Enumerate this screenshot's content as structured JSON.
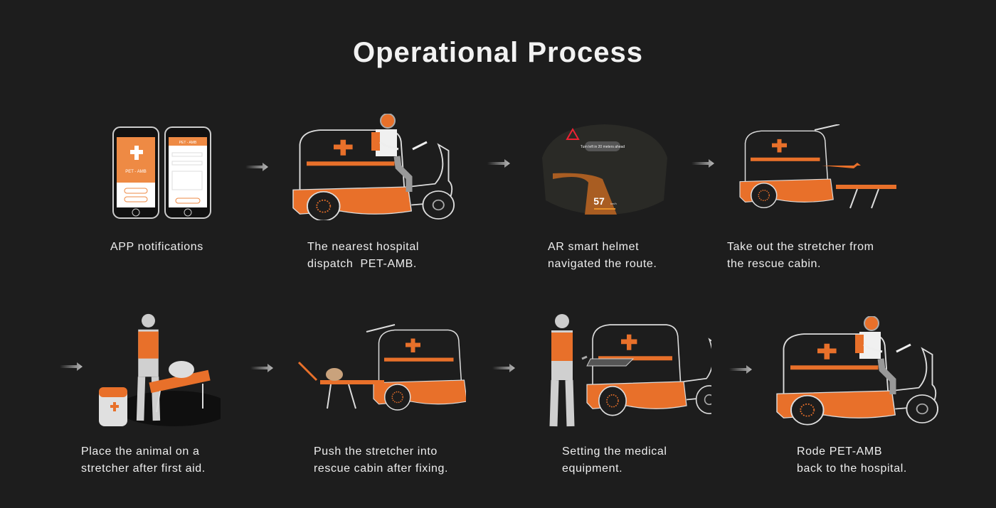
{
  "title": "Operational Process",
  "colors": {
    "background": "#1d1d1d",
    "accent": "#e8702a",
    "text": "#f2f2f2"
  },
  "app": {
    "brand": "PET - AMB",
    "header": "PET - AMB"
  },
  "helmet": {
    "notice": "Turn left in 20 meters ahead",
    "speed": "57",
    "unit": "km/h"
  },
  "vehicle_label": "PET-AMB",
  "steps": [
    {
      "line1": "APP notifications",
      "line2": ""
    },
    {
      "line1": "The nearest hospital",
      "line2": "dispatch  PET-AMB."
    },
    {
      "line1": "AR smart helmet",
      "line2": "navigated the route."
    },
    {
      "line1": "Take out the stretcher from",
      "line2": "the rescue cabin."
    },
    {
      "line1": "Place the animal on a",
      "line2": "stretcher after first aid."
    },
    {
      "line1": "Push the stretcher into",
      "line2": "rescue cabin after fixing."
    },
    {
      "line1": "Setting the medical",
      "line2": "equipment."
    },
    {
      "line1": "Rode PET-AMB",
      "line2": "back to the hospital."
    }
  ]
}
